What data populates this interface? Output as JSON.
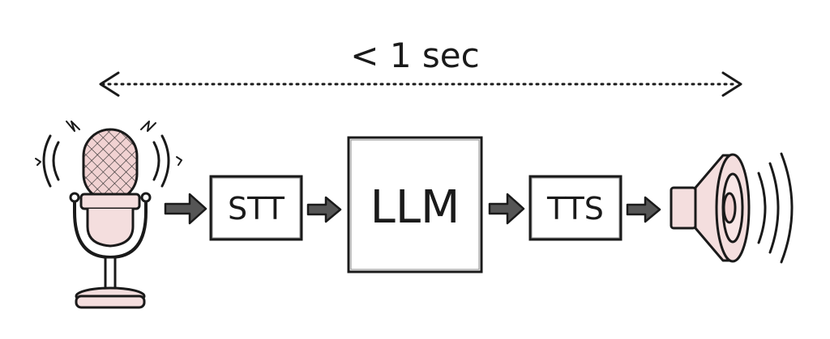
{
  "latency": {
    "label": "< 1 sec"
  },
  "stages": [
    {
      "id": "stt",
      "label": "STT"
    },
    {
      "id": "llm",
      "label": "LLM"
    },
    {
      "id": "tts",
      "label": "TTS"
    }
  ],
  "icons": {
    "input": "microphone-icon",
    "output": "speaker-icon"
  },
  "colors": {
    "ink": "#1a1a1a",
    "accent_fill": "#f4dede"
  }
}
